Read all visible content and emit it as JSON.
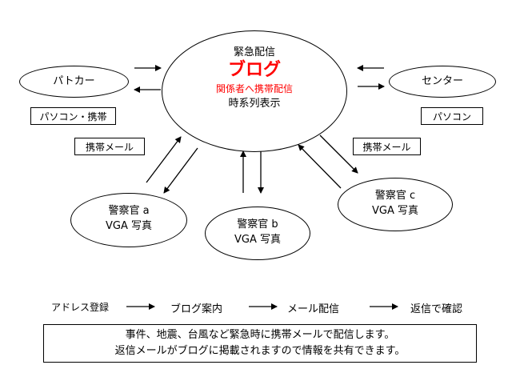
{
  "center": {
    "line1": "緊急配信",
    "title": "ブログ",
    "line3": "関係者へ携帯配信",
    "line4": "時系列表示",
    "accent_color": "#ff0000"
  },
  "nodes": {
    "patrol_car": "パトカー",
    "center_station": "センター",
    "officer_a_name": "警察官 a",
    "officer_a_photo": "VGA 写真",
    "officer_b_name": "警察官 b",
    "officer_b_photo": "VGA 写真",
    "officer_c_name": "警察官 c",
    "officer_c_photo": "VGA 写真"
  },
  "labels": {
    "pc_mobile": "パソコン・携帯",
    "pc": "パソコン",
    "mobile_mail_left": "携帯メール",
    "mobile_mail_right": "携帯メール"
  },
  "flow": {
    "step1": "アドレス登録",
    "step2": "ブログ案内",
    "step3": "メール配信",
    "step4": "返信で確認"
  },
  "note": {
    "line1": "事件、地震、台風など緊急時に携帯メールで配信します。",
    "line2": "返信メールがブログに掲載されますので情報を共有できます。"
  }
}
